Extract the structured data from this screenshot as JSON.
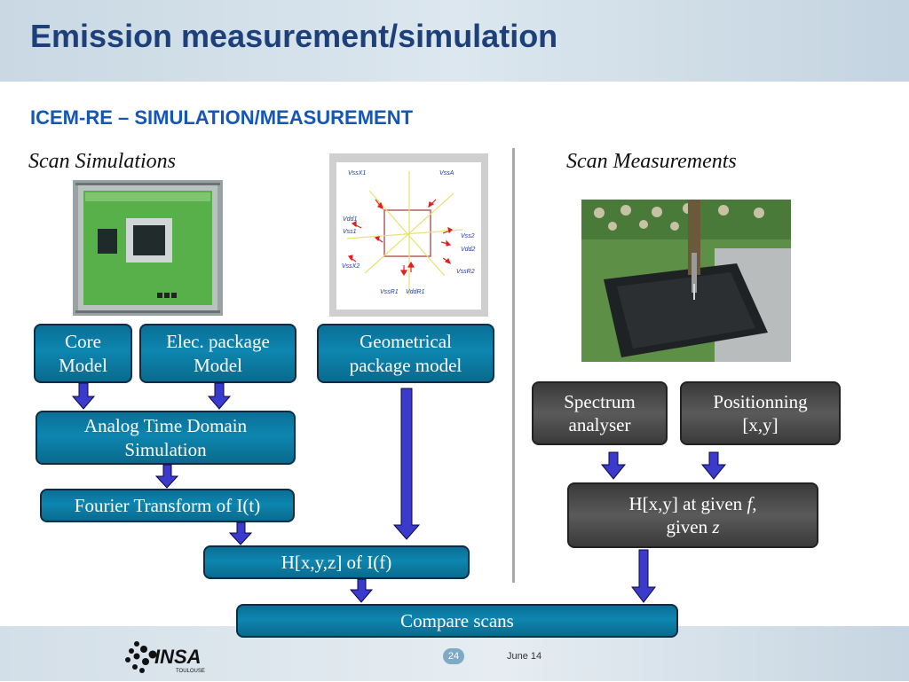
{
  "slide": {
    "title": "Emission measurement/simulation",
    "subtitle": "ICEM-RE – SIMULATION/MEASUREMENT",
    "left_heading": "Scan Simulations",
    "right_heading": "Scan Measurements"
  },
  "boxes": {
    "core_model": "Core\nModel",
    "elec_package": "Elec. package\nModel",
    "geometrical_package": "Geometrical\npackage model",
    "analog_time": "Analog Time Domain\nSimulation",
    "fourier": "Fourier Transform of I(t)",
    "hxyz": "H[x,y,z] of I(f)",
    "spectrum": "Spectrum\nanalyser",
    "positionning": "Positionning\n[x,y]",
    "hxy_line1": "H[x,y] at given ",
    "hxy_f": "f,",
    "hxy_line2": "given ",
    "hxy_z": "z",
    "compare": "Compare scans"
  },
  "diagram_labels": {
    "vssx1": "VssX1",
    "vssa": "VssA",
    "vdd1": "Vdd1",
    "vss1": "Vss1",
    "vss2": "Vss2",
    "vdd2": "Vdd2",
    "vssx2": "VssX2",
    "vssr2": "VssR2",
    "vssr1": "VssR1",
    "vddr1": "VddR1"
  },
  "footer": {
    "logo_text": "INSA",
    "logo_sub": "TOULOUSE",
    "page_number": "24",
    "date": "June 14"
  },
  "colors": {
    "title": "#1d3f7a",
    "subtitle": "#1557b8",
    "teal_box": "#0d86b0",
    "grey_box": "#4a4a4a",
    "arrow": "#3333cc"
  }
}
